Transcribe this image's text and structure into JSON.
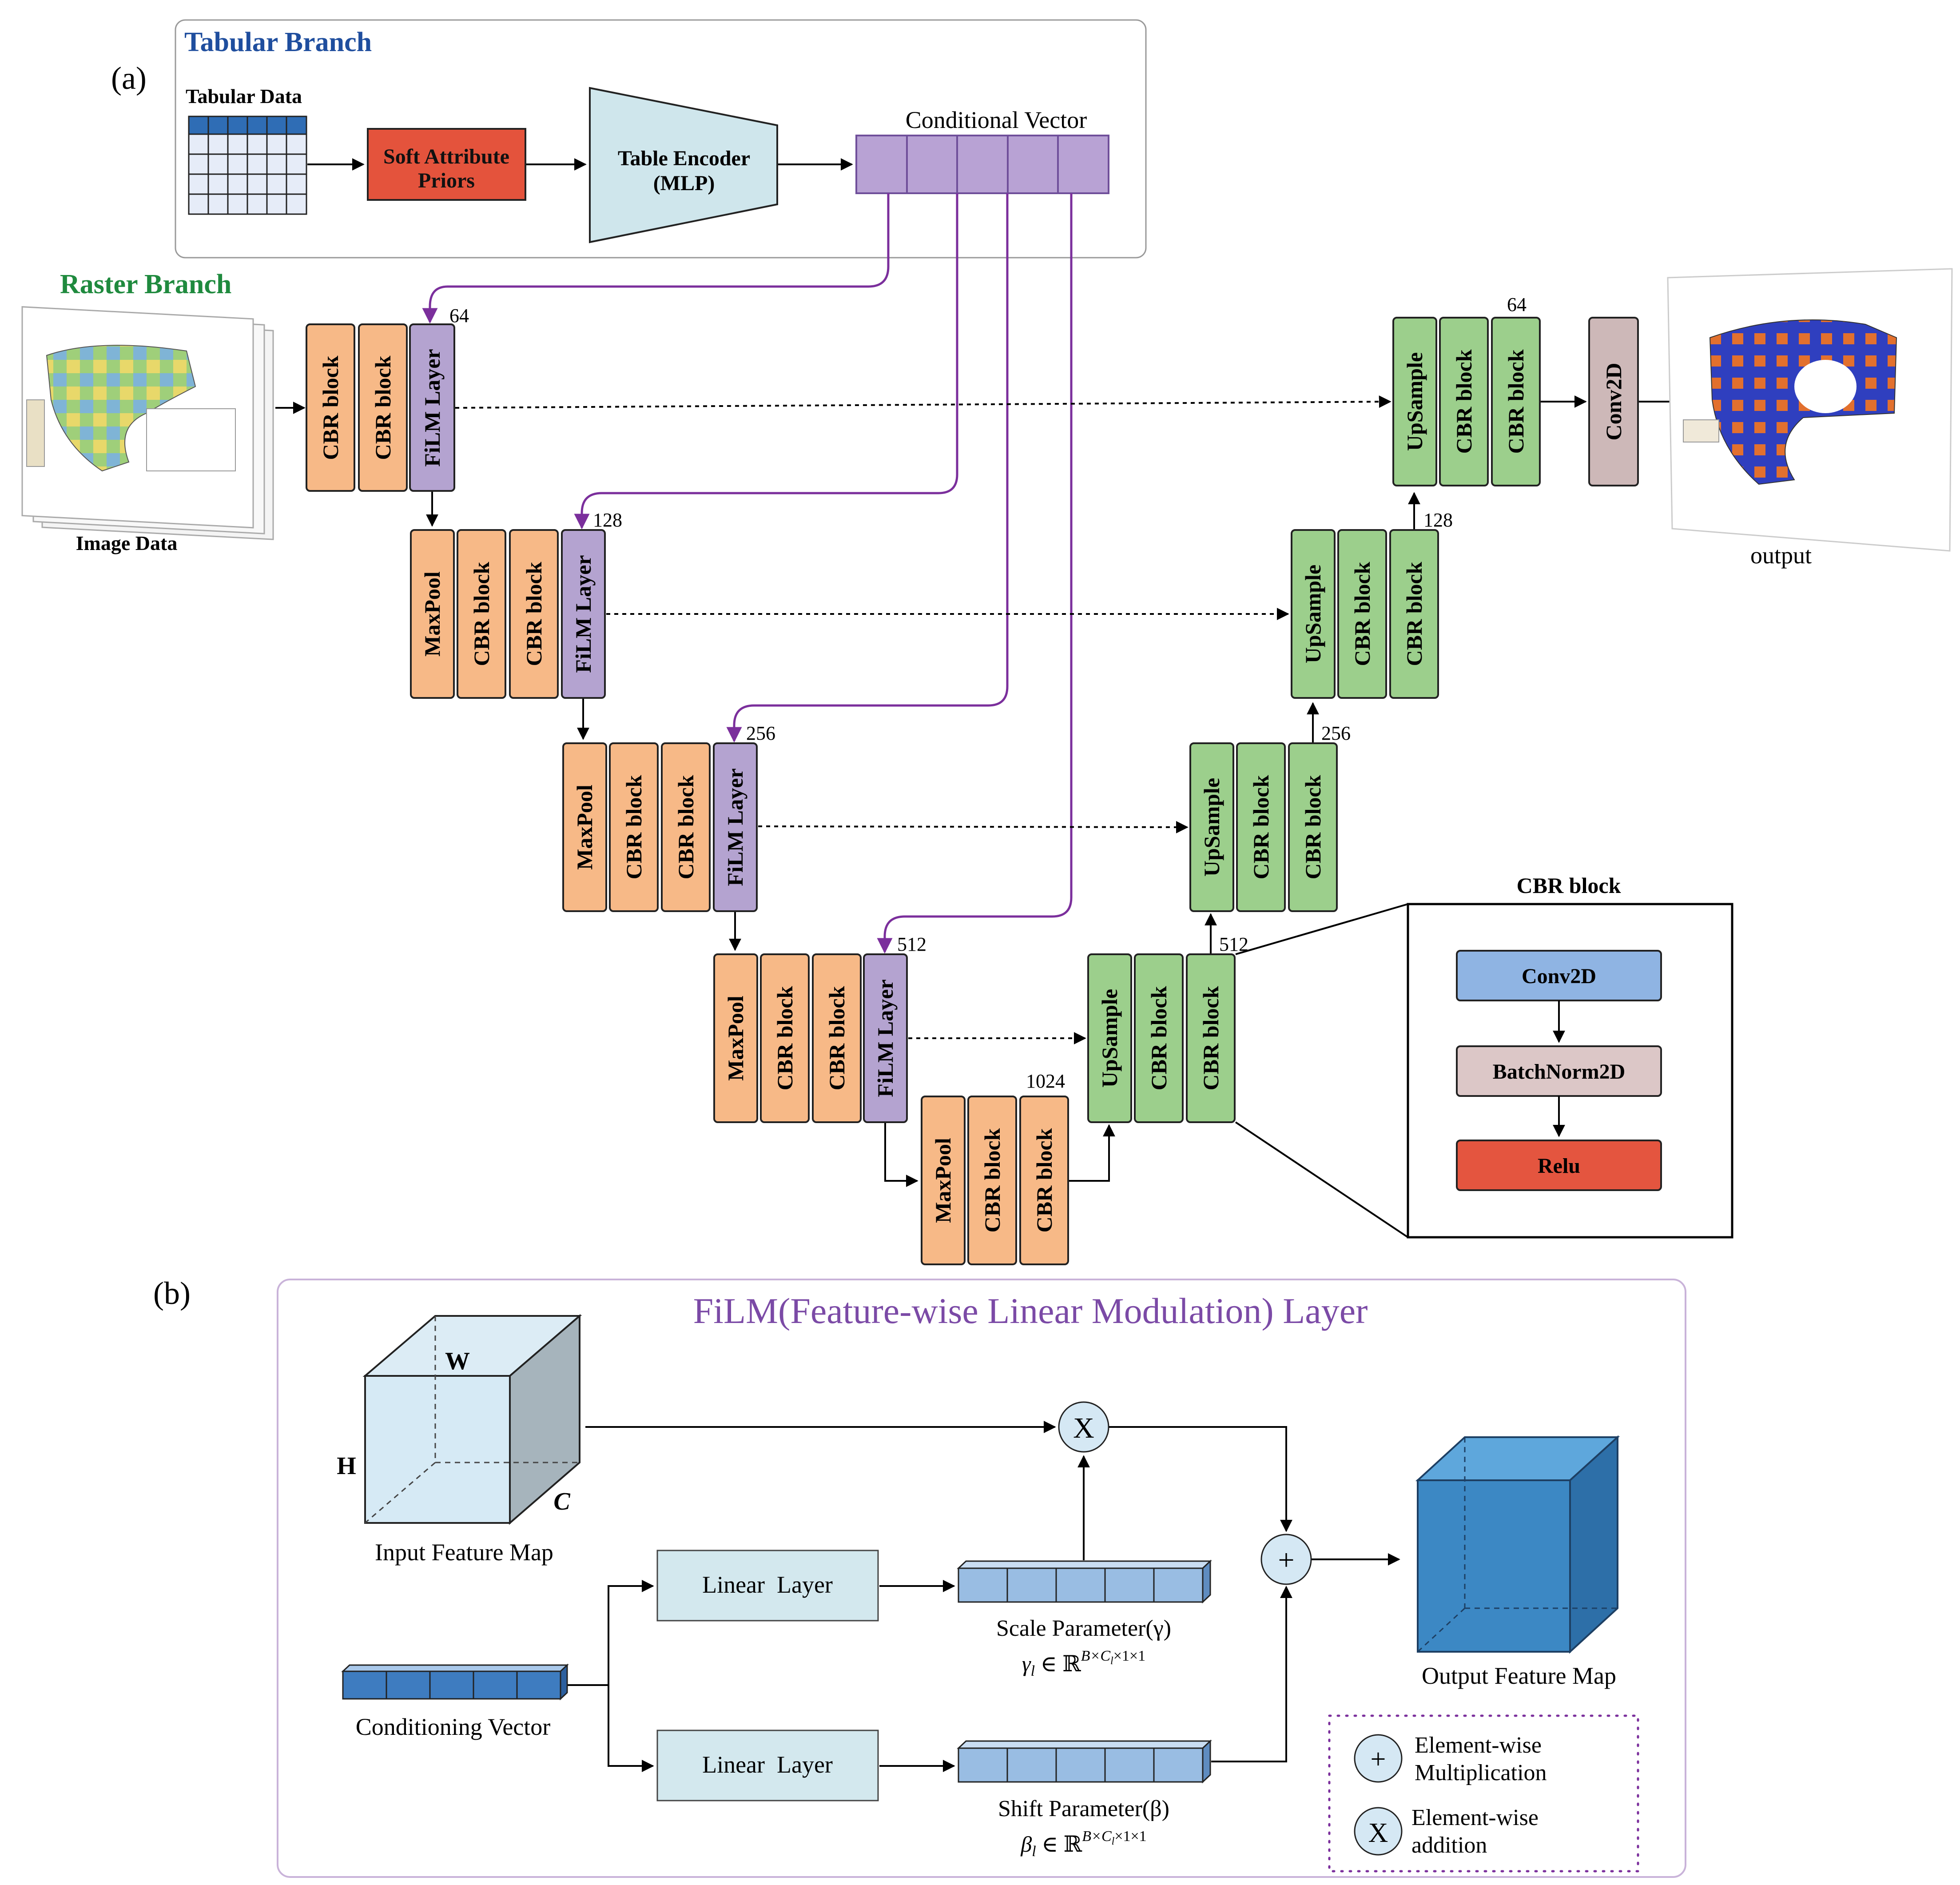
{
  "panel_a": {
    "label": "(a)",
    "tabular_branch": {
      "title": "Tabular Branch",
      "tabular_data_label": "Tabular Data",
      "soft_priors_line1": "Soft Attribute",
      "soft_priors_line2": "Priors",
      "encoder_line1": "Table Encoder",
      "encoder_line2": "(MLP)",
      "conditional_vector_label": "Conditional Vector"
    },
    "raster_branch": {
      "title": "Raster Branch",
      "image_data_label": "Image Data"
    },
    "blocks": {
      "cbr": "CBR block",
      "film": "FiLM Layer",
      "maxpool": "MaxPool",
      "upsample": "UpSample",
      "conv2d": "Conv2D"
    },
    "channels": {
      "enc1": "64",
      "enc2": "128",
      "enc3": "256",
      "enc4": "512",
      "bottleneck": "1024",
      "dec4": "512",
      "dec3": "256",
      "dec2": "128",
      "dec1": "64"
    },
    "output_label": "output",
    "cbr_detail": {
      "title": "CBR block",
      "conv": "Conv2D",
      "bn": "BatchNorm2D",
      "relu": "Relu"
    }
  },
  "panel_b": {
    "label": "(b)",
    "title": "FiLM(Feature-wise Linear Modulation) Layer",
    "cube_w": "W",
    "cube_h": "H",
    "cube_c": "C",
    "input_map_label": "Input Feature Map",
    "conditioning_label": "Conditioning Vector",
    "linear_1": "Linear  Layer",
    "linear_2": "Linear  Layer",
    "scale_label": "Scale Parameter(γ)",
    "scale_formula_base": "γ",
    "scale_formula_sub": "l",
    "scale_formula_in": " ∈ ℝ",
    "scale_formula_sup": "B×C",
    "scale_formula_sup_sub": "l",
    "scale_formula_sup2": "×1×1",
    "shift_label": "Shift Parameter(β)",
    "shift_formula_base": "β",
    "shift_formula_sub": "l",
    "shift_formula_in": " ∈ ℝ",
    "shift_formula_sup": "B×C",
    "shift_formula_sup_sub": "l",
    "shift_formula_sup2": "×1×1",
    "multiply_symbol": "X",
    "add_symbol": "+",
    "output_map_label": "Output Feature Map",
    "legend": {
      "plus_symbol": "+",
      "plus_line1": "Element-wise",
      "plus_line2": "Multiplication",
      "x_symbol": "X",
      "x_line1": "Element-wise",
      "x_line2": "addition"
    }
  },
  "colors": {
    "orange_block": "#f7b987",
    "purple_film": "#b4a3d0",
    "green_block": "#9ccf8c",
    "conv_gray": "#cdb8b8",
    "red_priors": "#e4533c",
    "encoder_blue": "#cfe6ec",
    "vector_purple": "#b8a2d4",
    "arrow_purple": "#7b2f9c",
    "title_blue": "#1f4e9e",
    "title_green": "#1f8a3e",
    "film_title": "#7b4aa6",
    "conv_detail_blue": "#8fb4e3",
    "bn_detail": "#dcc7c7",
    "relu_red": "#e4553f",
    "cube_blue": "#3c88c4",
    "param_blue": "#99bde3"
  }
}
